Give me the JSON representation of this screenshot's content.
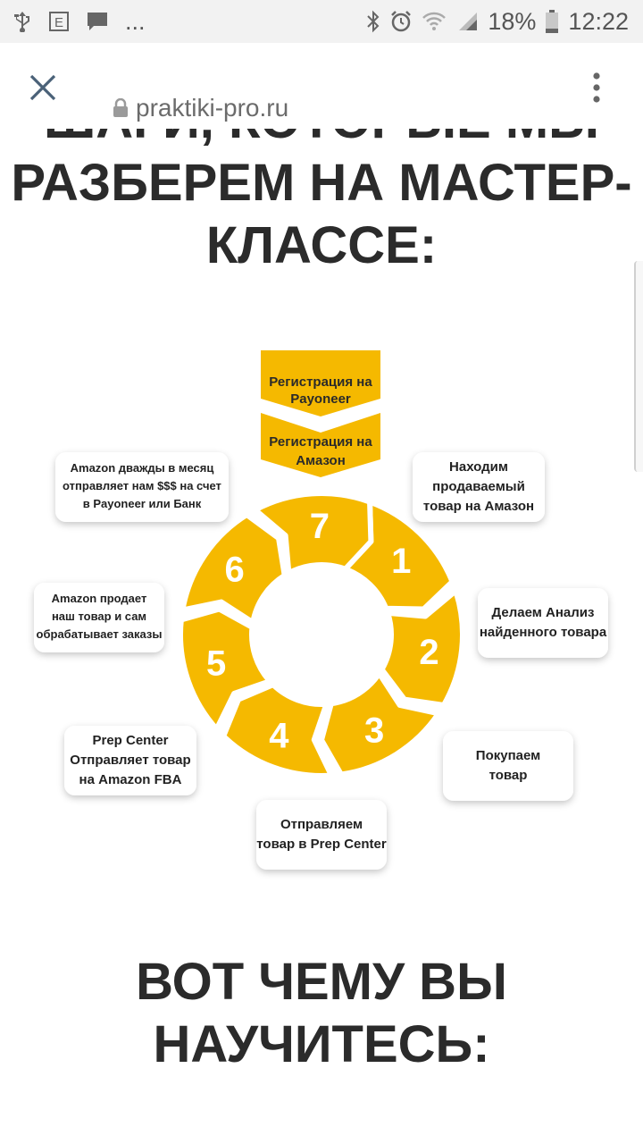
{
  "status_bar": {
    "battery": "18%",
    "time": "12:22",
    "more": "..."
  },
  "browser": {
    "url": "praktiki-pro.ru"
  },
  "page": {
    "heading_top_lines": [
      "ШАГИ, КОТОРЫЕ МЫ",
      "РАЗБЕРЕМ НА МАСТЕР-",
      "КЛАССЕ:"
    ],
    "heading_bottom_lines": [
      "ВОТ ЧЕМУ ВЫ",
      "НАУЧИТЕСЬ:"
    ]
  },
  "diagram": {
    "banners": [
      [
        "Регистрация на",
        "Payoneer"
      ],
      [
        "Регистрация на",
        "Амазон"
      ]
    ],
    "step_numbers": [
      "1",
      "2",
      "3",
      "4",
      "5",
      "6",
      "7"
    ],
    "step_boxes": [
      [
        "Находим",
        "продаваемый",
        "товар на Амазон"
      ],
      [
        "Делаем Анализ",
        "найденного товара"
      ],
      [
        "Покупаем",
        "товар"
      ],
      [
        "Отправляем",
        "товар в Prep Center"
      ],
      [
        "Prep Center",
        "Отправляет товар",
        "на Amazon FBA"
      ],
      [
        "Amazon продает",
        "наш товар и сам",
        "обрабатывает заказы"
      ],
      [
        "Amazon дважды в месяц",
        "отправляет нам $$$ на счет",
        "в Payoneer или Банк"
      ]
    ],
    "colors": {
      "accent": "#f5b900",
      "banner": "#f5b900",
      "box_bg": "#ffffff",
      "number": "#ffffff"
    }
  }
}
